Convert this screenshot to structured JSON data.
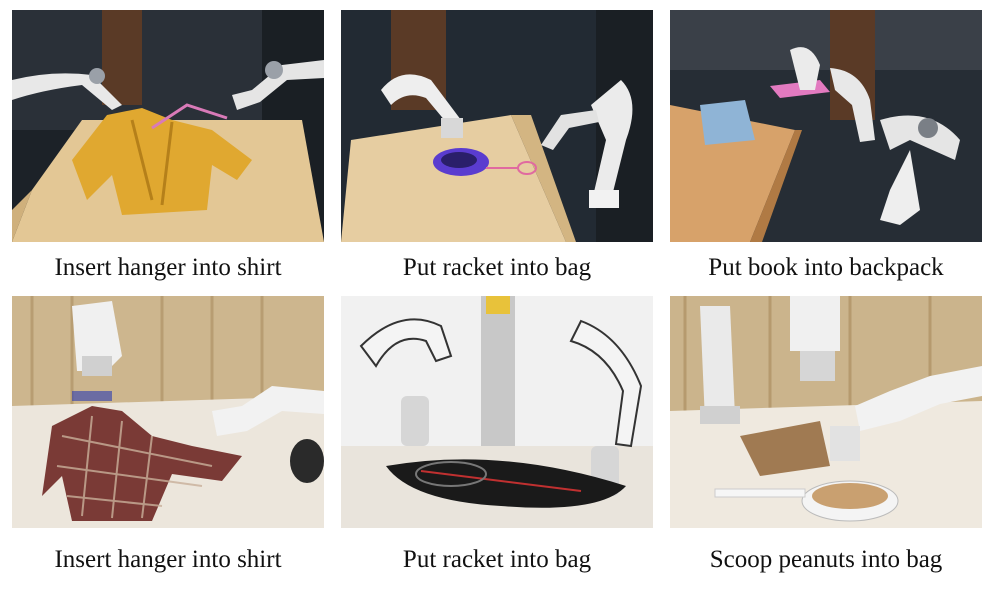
{
  "captions": [
    "Insert hanger into shirt",
    "Put racket into bag",
    "Put book into backpack",
    "Insert hanger into shirt",
    "Put racket into bag",
    "Scoop peanuts into bag"
  ]
}
